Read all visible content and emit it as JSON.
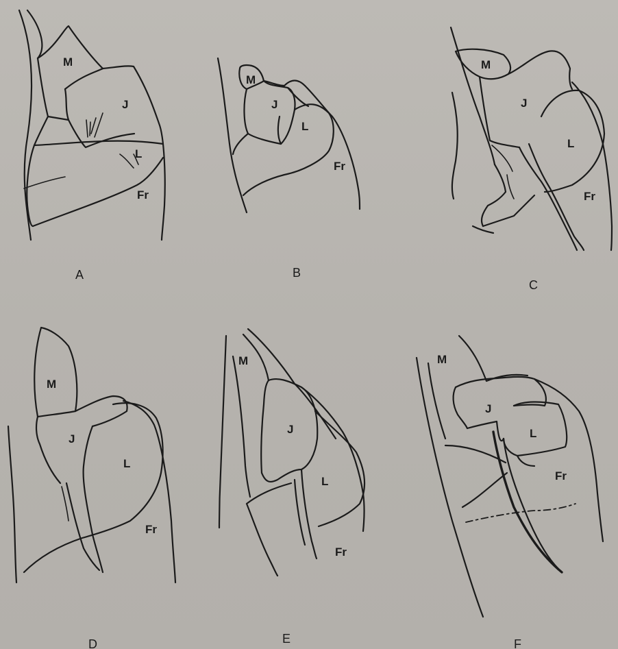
{
  "panels": [
    {
      "caption": "A",
      "labels": {
        "m": "M",
        "j": "J",
        "l": "L",
        "fr": "Fr"
      }
    },
    {
      "caption": "B",
      "labels": {
        "m": "M",
        "j": "J",
        "l": "L",
        "fr": "Fr"
      }
    },
    {
      "caption": "C",
      "labels": {
        "m": "M",
        "j": "J",
        "l": "L",
        "fr": "Fr"
      }
    },
    {
      "caption": "D",
      "labels": {
        "m": "M",
        "j": "J",
        "l": "L",
        "fr": "Fr"
      }
    },
    {
      "caption": "E",
      "labels": {
        "m": "M",
        "j": "J",
        "l": "L",
        "fr": "Fr"
      }
    },
    {
      "caption": "F",
      "labels": {
        "m": "M",
        "j": "J",
        "l": "L",
        "fr": "Fr"
      }
    }
  ]
}
